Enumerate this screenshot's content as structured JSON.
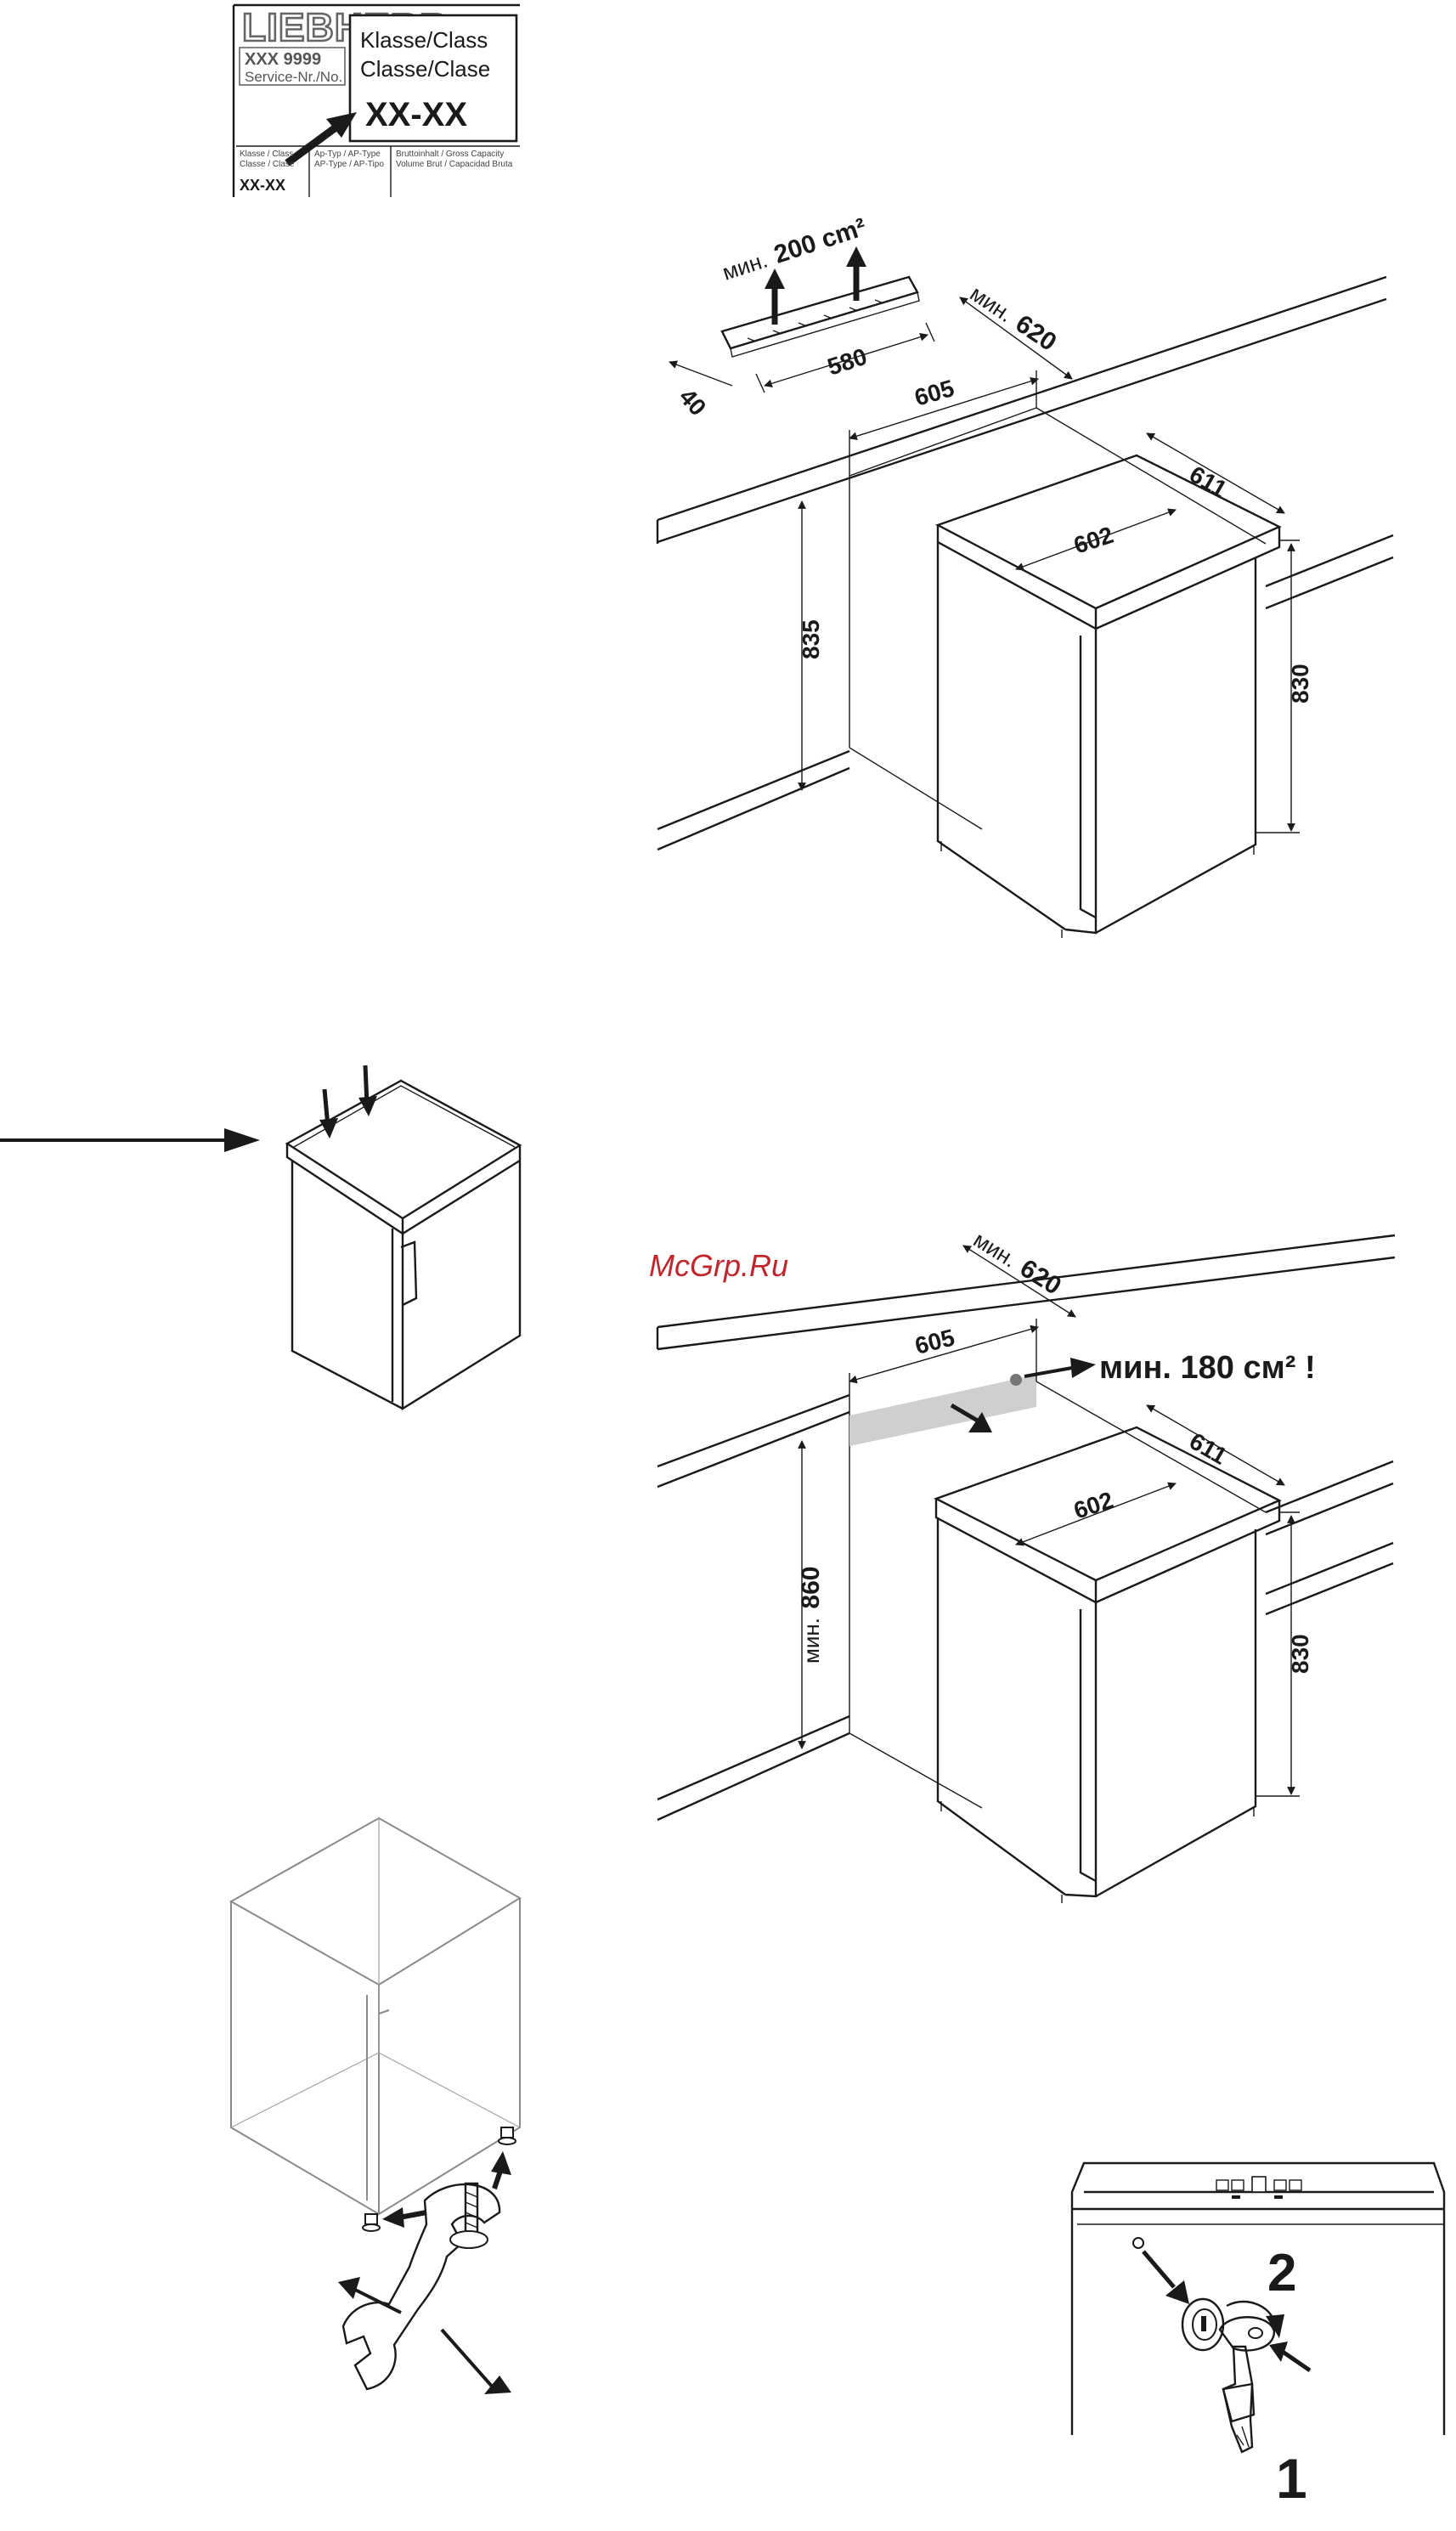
{
  "rating_plate": {
    "brand": "LIEBHERR",
    "model": "XXX 9999",
    "service_label": "Service-Nr./No.",
    "class_title_1": "Klasse/Class",
    "class_title_2": "Classe/Clase",
    "class_value": "XX-XX",
    "footer_class_1": "Klasse / Class",
    "footer_class_2": "Classe / Clase",
    "footer_value": "XX-XX",
    "footer_type_1": "Ap-Typ / AP-Type",
    "footer_type_2": "AP-Type / AP-Tipo",
    "footer_capacity_1": "Bruttoinhalt / Gross Capacity",
    "footer_capacity_2": "Volume Brut / Capacidad Bruta"
  },
  "diagram1": {
    "vent_label_prefix": "мин.",
    "vent_label_value": "200 cm²",
    "dim_40": "40",
    "dim_580": "580",
    "dim_620_prefix": "мин.",
    "dim_620": "620",
    "dim_605": "605",
    "dim_611": "611",
    "dim_602": "602",
    "dim_835": "835",
    "dim_830": "830"
  },
  "diagram2": {
    "dim_620_prefix": "мин.",
    "dim_620": "620",
    "dim_605": "605",
    "vent_label": "мин. 180 см² !",
    "dim_611": "611",
    "dim_602": "602",
    "dim_860_prefix": "мин.",
    "dim_860": "860",
    "dim_830": "830"
  },
  "watermark": "McGrp.Ru",
  "key_lock": {
    "step_1": "1",
    "step_2": "2"
  }
}
